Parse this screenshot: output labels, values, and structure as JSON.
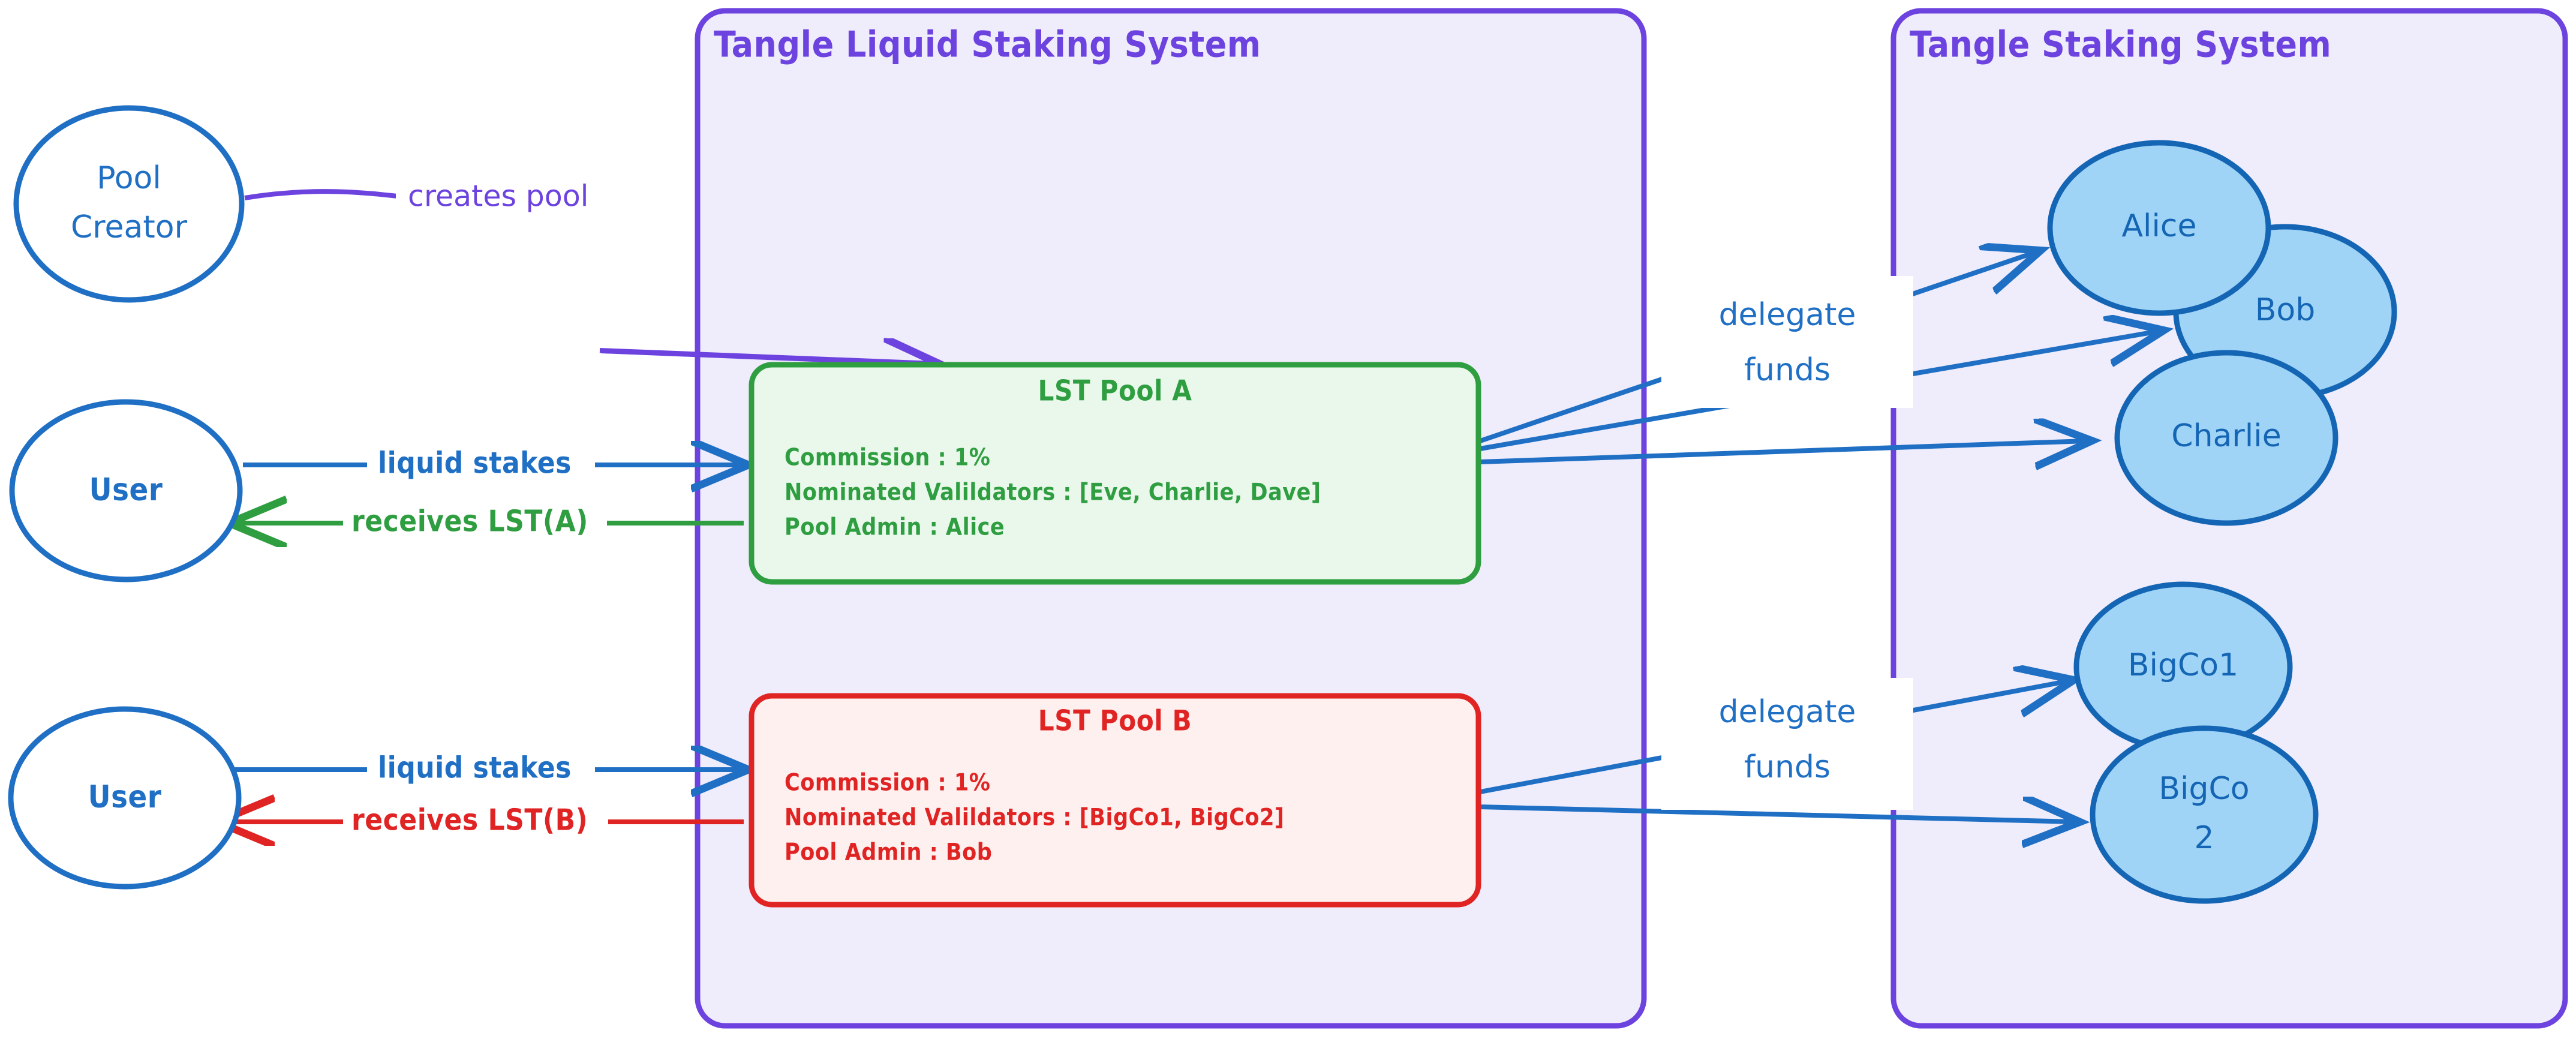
{
  "diagram": {
    "type": "flowchart",
    "background": "#ffffff",
    "colors": {
      "container_border": "#6d43e0",
      "container_fill": "#efecfb",
      "node_blue_stroke": "#1f6fc4",
      "node_blue_fill": "#9fd4f7",
      "pool_a_stroke": "#2f9e41",
      "pool_a_fill": "#eaf8ec",
      "pool_b_stroke": "#e02424",
      "pool_b_fill": "#fdf0ee",
      "arrow_blue": "#1f6fc4",
      "arrow_green": "#2f9e41",
      "arrow_red": "#e02424",
      "arrow_purple": "#6d43e0"
    }
  },
  "containers": [
    {
      "id": "liquid-staking",
      "title": "Tangle Liquid Staking System"
    },
    {
      "id": "staking",
      "title": "Tangle Staking System"
    }
  ],
  "actors": [
    {
      "id": "pool-creator",
      "label_line1": "Pool",
      "label_line2": "Creator"
    },
    {
      "id": "user-a",
      "label": "User"
    },
    {
      "id": "user-b",
      "label": "User"
    }
  ],
  "pools": [
    {
      "id": "lst-pool-a",
      "title": "LST Pool A",
      "lines": [
        "Commission : 1%",
        "Nominated Valildators : [Eve, Charlie, Dave]",
        "Pool Admin : Alice"
      ]
    },
    {
      "id": "lst-pool-b",
      "title": "LST Pool B",
      "lines": [
        "Commission : 1%",
        "Nominated Valildators : [BigCo1, BigCo2]",
        "Pool Admin : Bob"
      ]
    }
  ],
  "validators": [
    {
      "id": "alice",
      "label": "Alice"
    },
    {
      "id": "bob",
      "label": "Bob"
    },
    {
      "id": "charlie",
      "label": "Charlie"
    },
    {
      "id": "bigco1",
      "label": "BigCo1"
    },
    {
      "id": "bigco2",
      "label_line1": "BigCo",
      "label_line2": "2"
    }
  ],
  "edges": [
    {
      "id": "creates-pool",
      "label": "creates pool",
      "color": "#6d43e0",
      "from": "pool-creator",
      "to": "lst-pool-a"
    },
    {
      "id": "liquid-stakes-a",
      "label": "liquid stakes",
      "color": "#1f6fc4",
      "from": "user-a",
      "to": "lst-pool-a"
    },
    {
      "id": "receives-lst-a",
      "label": "receives LST(A)",
      "color": "#2f9e41",
      "from": "lst-pool-a",
      "to": "user-a"
    },
    {
      "id": "liquid-stakes-b",
      "label": "liquid stakes",
      "color": "#1f6fc4",
      "from": "user-b",
      "to": "lst-pool-b"
    },
    {
      "id": "receives-lst-b",
      "label": "receives LST(B)",
      "color": "#e02424",
      "from": "lst-pool-b",
      "to": "user-b"
    },
    {
      "id": "delegate-funds-a",
      "label_line1": "delegate",
      "label_line2": "funds",
      "color": "#1f6fc4",
      "from": "lst-pool-a",
      "to": "alice,bob,charlie"
    },
    {
      "id": "delegate-funds-b",
      "label_line1": "delegate",
      "label_line2": "funds",
      "color": "#1f6fc4",
      "from": "lst-pool-b",
      "to": "bigco1,bigco2"
    }
  ]
}
